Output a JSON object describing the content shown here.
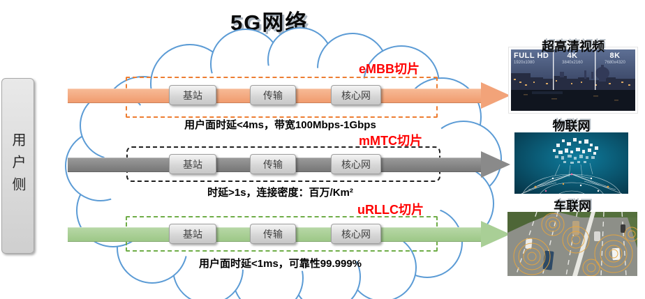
{
  "title": "5G网络",
  "user_side_label": "用户侧",
  "slices": [
    {
      "label": "eMBB切片",
      "nodes": [
        "基站",
        "传输",
        "核心网"
      ],
      "caption": "用户面时延<4ms，带宽100Mbps-1Gbps",
      "arrow_color": "#F2A379",
      "dash_color": "#ED7D31"
    },
    {
      "label": "mMTC切片",
      "nodes": [
        "基站",
        "传输",
        "核心网"
      ],
      "caption": "时延>1s，连接密度：百万/Km²",
      "arrow_color": "#8A8A8A",
      "dash_color": "#1F1F1F"
    },
    {
      "label": "uRLLC切片",
      "nodes": [
        "基站",
        "传输",
        "核心网"
      ],
      "caption": "用户面时延<1ms，可靠性99.999%",
      "arrow_color": "#A9CF96",
      "dash_color": "#6FAD47"
    }
  ],
  "applications": [
    {
      "label": "超高清视频",
      "overlays": [
        {
          "res": "FULL HD",
          "detail": "1920x1080"
        },
        {
          "res": "4K",
          "detail": "3840x2160"
        },
        {
          "res": "8K",
          "detail": "7680x4320"
        }
      ]
    },
    {
      "label": "物联网"
    },
    {
      "label": "车联网"
    }
  ],
  "colors": {
    "slice_label": "#FF0000",
    "cloud_stroke": "#5B9BD5"
  }
}
